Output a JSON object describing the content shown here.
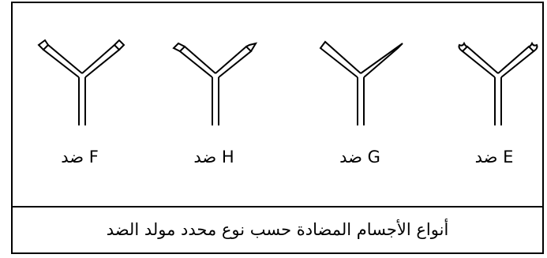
{
  "antibodies": [
    {
      "name": "F",
      "label": "ضد F",
      "variant": "f-type-tips"
    },
    {
      "name": "H",
      "label": "ضد H",
      "variant": "h-type-tips"
    },
    {
      "name": "G",
      "label": "ضد G",
      "variant": "g-type-tips"
    },
    {
      "name": "E",
      "label": "ضد E",
      "variant": "e-type-tips"
    }
  ],
  "caption": "أنواع الأجسام المضادة حسب نوع محدد مولد الضد",
  "colors": {
    "stroke": "#000000",
    "background": "#ffffff"
  }
}
